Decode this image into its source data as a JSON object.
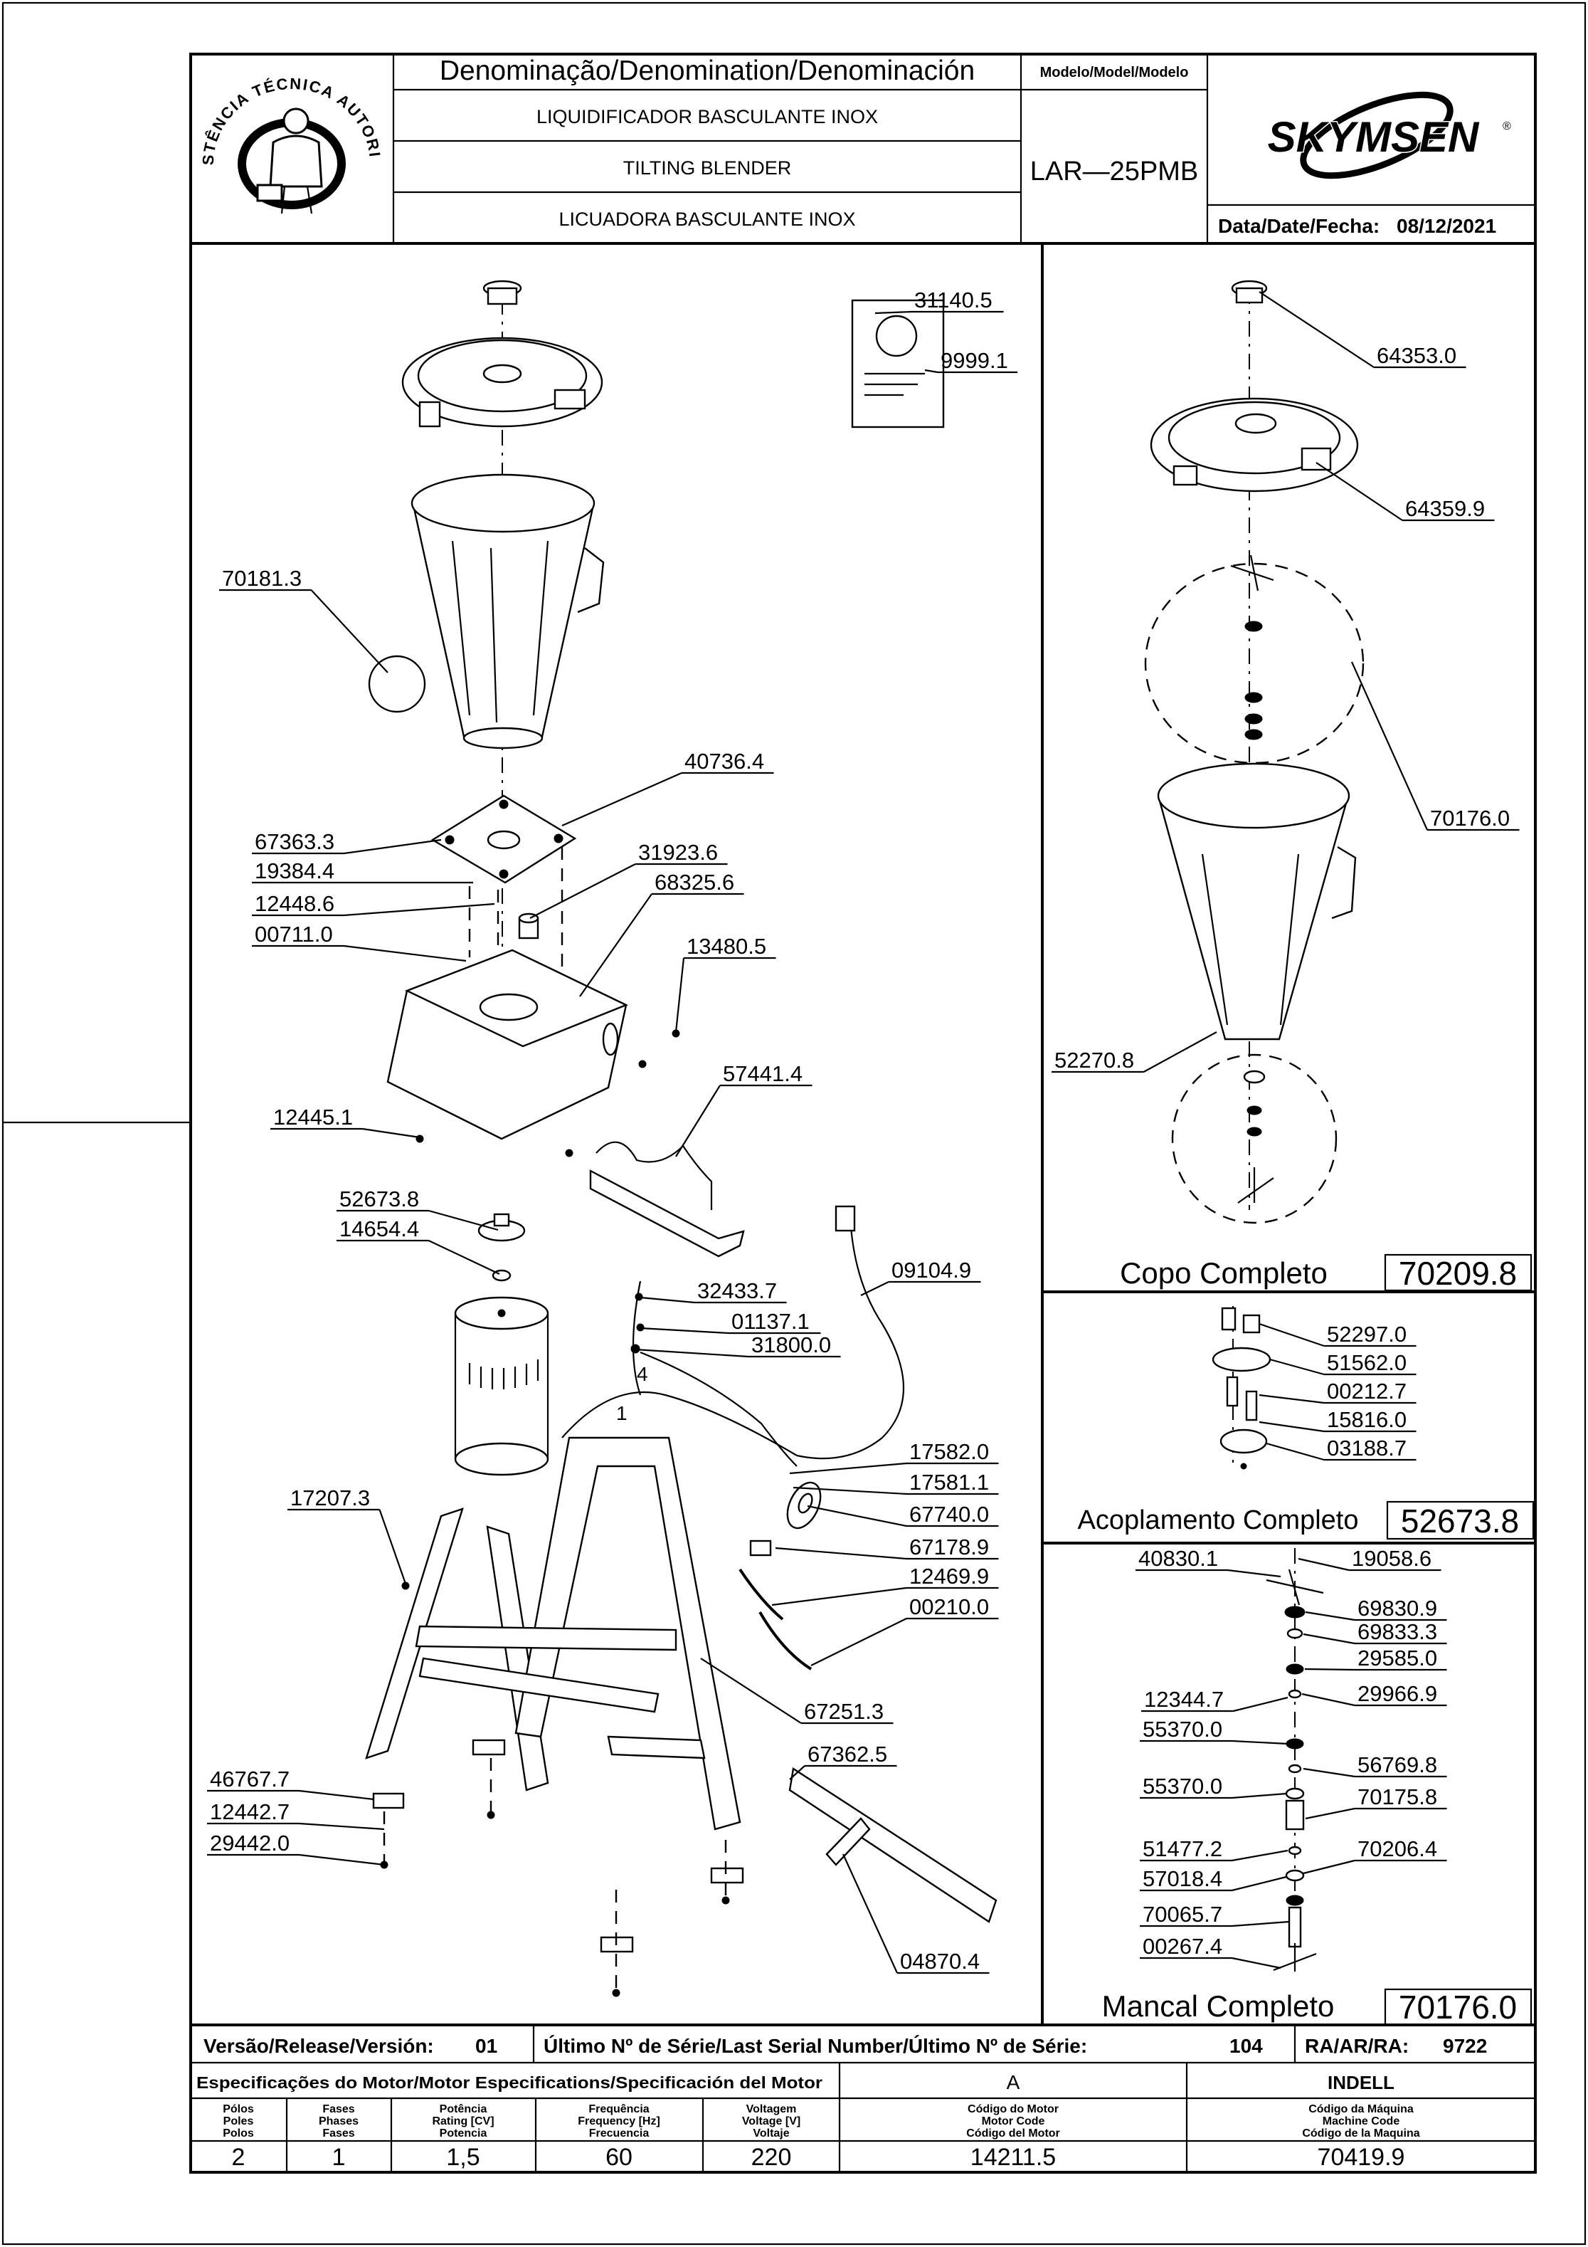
{
  "header": {
    "denomination_label": "Denominação/Denomination/Denominación",
    "name_pt": "LIQUIDIFICADOR  BASCULANTE  INOX",
    "name_en": "TILTING  BLENDER",
    "name_es": "LICUADORA  BASCULANTE  INOX",
    "model_label": "Modelo/Model/Modelo",
    "model_value": "LAR—25PMB",
    "brand": "SKYMSEN",
    "date_label": "Data/Date/Fecha:",
    "date_value": "08/12/2021",
    "seal_text": "ASSISTÊNCIA TÉCNICA AUTORIZADA"
  },
  "main_labels": [
    "31140.5",
    "9999.1",
    "70181.3",
    "40736.4",
    "67363.3",
    "19384.4",
    "12448.6",
    "00711.0",
    "31923.6",
    "68325.6",
    "13480.5",
    "57441.4",
    "12445.1",
    "52673.8",
    "14654.4",
    "09104.9",
    "32433.7",
    "01137.1",
    "31800.0",
    "17582.0",
    "17581.1",
    "67740.0",
    "67178.9",
    "12469.9",
    "00210.0",
    "17207.3",
    "67251.3",
    "67362.5",
    "46767.7",
    "12442.7",
    "29442.0",
    "04870.4"
  ],
  "copo": {
    "labels": [
      "64353.0",
      "64359.9",
      "70176.0",
      "52270.8"
    ],
    "title": "Copo  Completo",
    "code": "70209.8"
  },
  "acoplamento": {
    "labels": [
      "52297.0",
      "51562.0",
      "00212.7",
      "15816.0",
      "03188.7"
    ],
    "title": "Acoplamento  Completo",
    "code": "52673.8"
  },
  "mancal": {
    "labels": [
      "40830.1",
      "19058.6",
      "69830.9",
      "69833.3",
      "29585.0",
      "12344.7",
      "29966.9",
      "55370.0",
      "56769.8",
      "55370.0",
      "70175.8",
      "51477.2",
      "70206.4",
      "57018.4",
      "70065.7",
      "00267.4"
    ],
    "title": "Mancal  Completo",
    "code": "70176.0"
  },
  "release": {
    "version_label": "Versão/Release/Versión:",
    "version_value": "01",
    "serial_label": "Último  Nº  de  Série/Last  Serial  Number/Último  Nº  de  Série:",
    "serial_value": "104",
    "ra_label": "RA/AR/RA:",
    "ra_value": "9722"
  },
  "specs": {
    "section_label": "Especificações do Motor/Motor Especifications/Specificación del Motor",
    "col_a": "A",
    "col_b": "INDELL",
    "headers": [
      [
        "Pólos",
        "Poles",
        "Polos"
      ],
      [
        "Fases",
        "Phases",
        "Fases"
      ],
      [
        "Potência",
        "Rating [CV]",
        "Potencia"
      ],
      [
        "Frequência",
        "Frequency [Hz]",
        "Frecuencia"
      ],
      [
        "Voltagem",
        "Voltage [V]",
        "Voltaje"
      ],
      [
        "Código do Motor",
        "Motor Code",
        "Código del Motor"
      ],
      [
        "Código da Máquina",
        "Machine Code",
        "Código de la Maquina"
      ]
    ],
    "values": [
      "2",
      "1",
      "1,5",
      "60",
      "220",
      "14211.5",
      "70419.9"
    ]
  }
}
